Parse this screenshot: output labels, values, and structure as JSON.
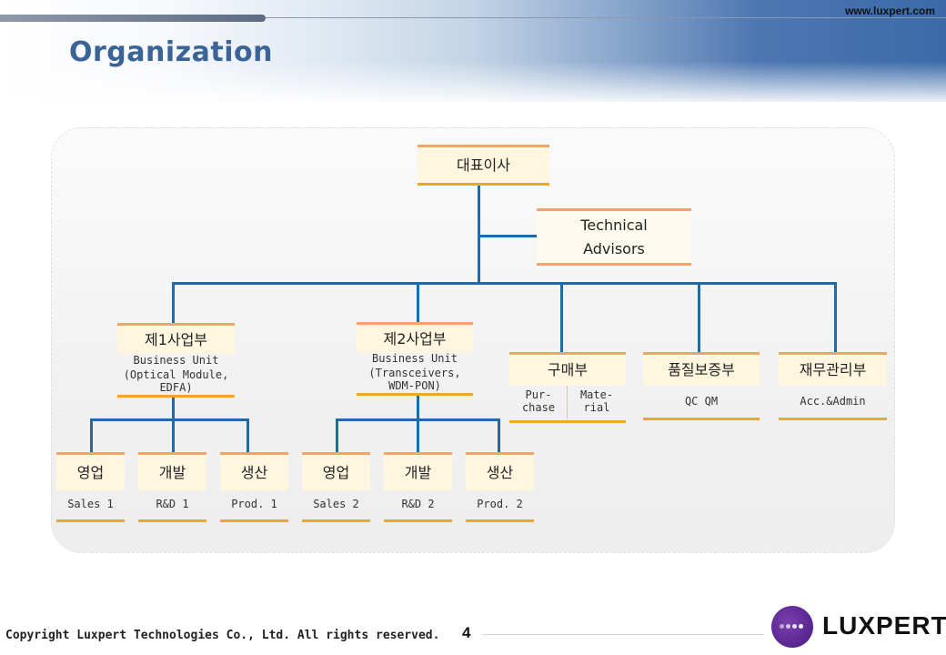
{
  "header": {
    "site": "www.luxpert.com",
    "title": "Organization"
  },
  "org": {
    "ceo": "대표이사",
    "advisors": {
      "line1": "Technical",
      "line2": "Advisors"
    },
    "bu1": {
      "name": "제1사업부",
      "sub1": "Business Unit",
      "sub2": "(Optical Module,",
      "sub3": "EDFA)"
    },
    "bu2": {
      "name": "제2사업부",
      "sub1": "Business Unit",
      "sub2": "(Transceivers,",
      "sub3": "WDM-PON)"
    },
    "purchase": {
      "name": "구매부",
      "left1": "Pur-",
      "left2": "chase",
      "right1": "Mate-",
      "right2": "rial"
    },
    "qa": {
      "name": "품질보증부",
      "sub": "QC QM"
    },
    "finance": {
      "name": "재무관리부",
      "sub": "Acc.&Admin"
    },
    "bu1_teams": [
      {
        "name": "영업",
        "sub": "Sales 1"
      },
      {
        "name": "개발",
        "sub": "R&D 1"
      },
      {
        "name": "생산",
        "sub": "Prod. 1"
      }
    ],
    "bu2_teams": [
      {
        "name": "영업",
        "sub": "Sales 2"
      },
      {
        "name": "개발",
        "sub": "R&D 2"
      },
      {
        "name": "생산",
        "sub": "Prod. 2"
      }
    ]
  },
  "footer": {
    "copyright": "Copyright Luxpert Technologies Co., Ltd. All rights reserved.",
    "page": "4",
    "logo": "LUXPERT"
  },
  "colors": {
    "connector": "#1f6aa8",
    "title": "#3b6496",
    "box_fill": "#fff6e0",
    "box_underline": "#f2a42c"
  }
}
